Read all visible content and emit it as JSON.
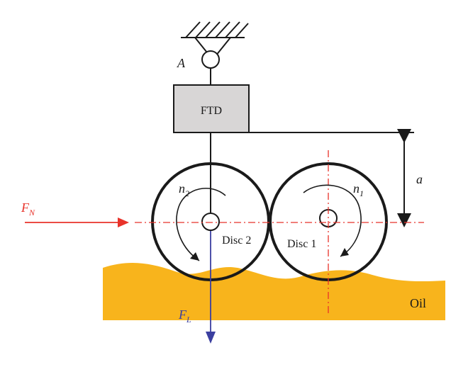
{
  "labels": {
    "pivot": "A",
    "device": "FTD",
    "distance": "a",
    "normal_force": "F",
    "normal_force_sub": "N",
    "load_force": "F",
    "load_force_sub": "L",
    "speed_disc2": "n",
    "speed_disc2_sub": "2",
    "speed_disc1": "n",
    "speed_disc1_sub": "1",
    "disc2": "Disc 2",
    "disc1": "Disc 1",
    "oil": "Oil"
  },
  "colors": {
    "oil": "#f8b41c",
    "normal_force": "#e8332a",
    "load_force": "#3b3fa0",
    "device_fill": "#d8d6d6",
    "line": "#1a1a1a"
  }
}
